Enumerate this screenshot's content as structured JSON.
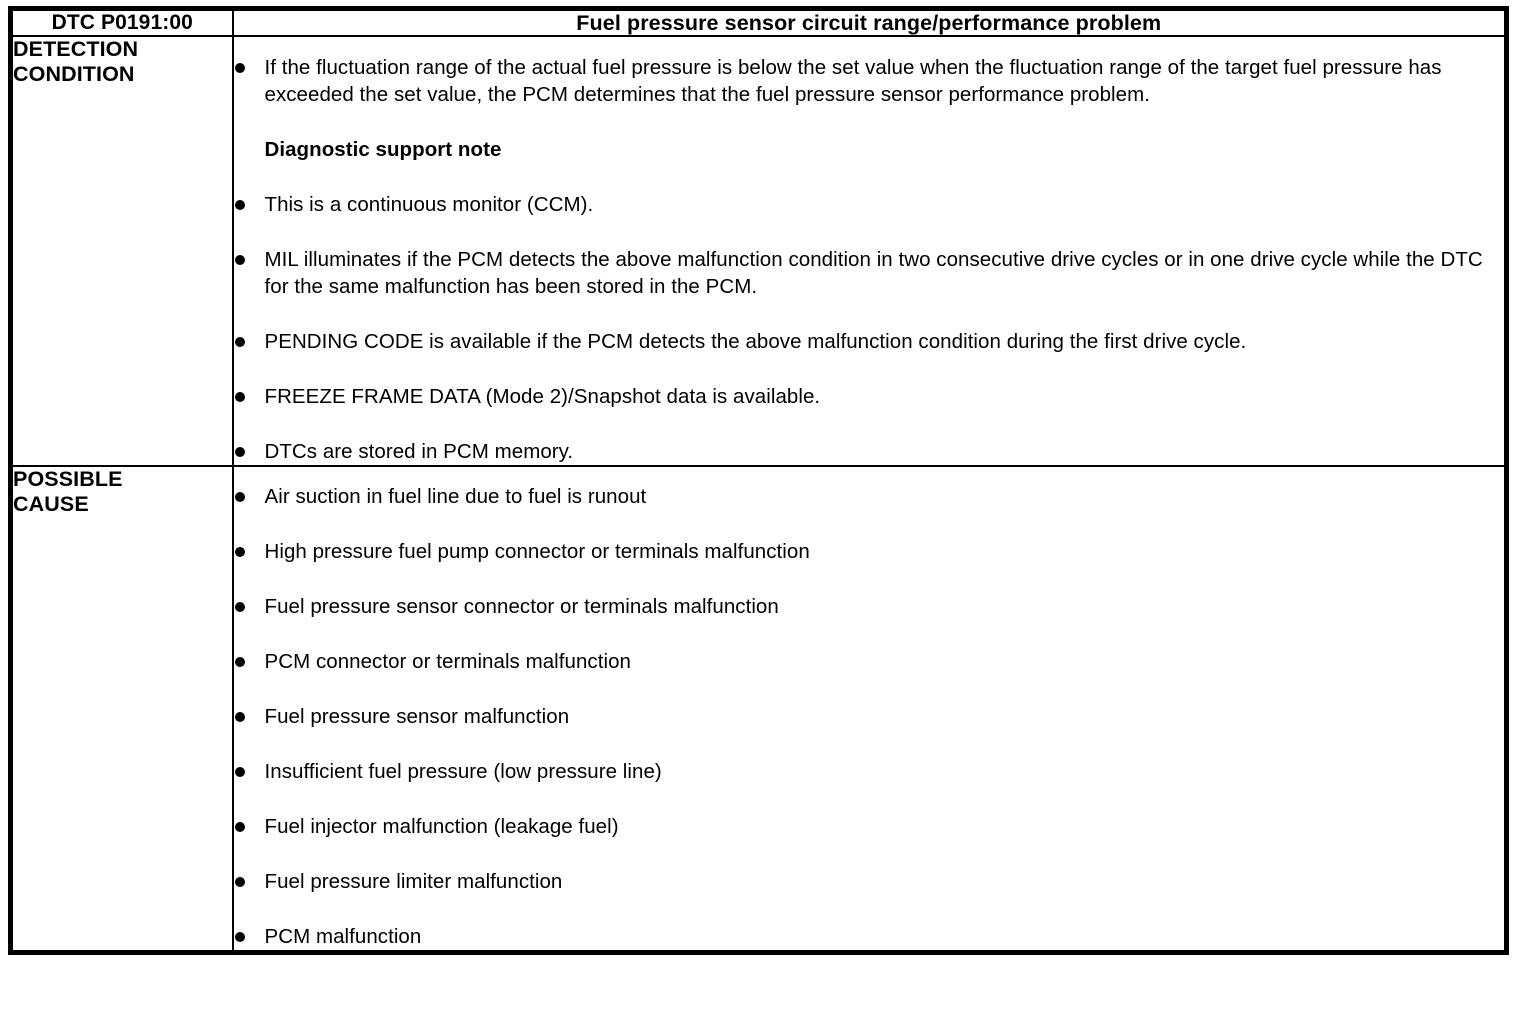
{
  "table": {
    "header": {
      "dtc_code": "DTC P0191:00",
      "dtc_title": "Fuel pressure sensor circuit range/performance problem"
    },
    "rows": [
      {
        "label": "DETECTION\nCONDITION",
        "label_line1": "DETECTION",
        "label_line2": "CONDITION",
        "note_heading": "Diagnostic support note",
        "items_before_note": [
          "If the fluctuation range of the actual fuel pressure is below the set value when the fluctuation range of the target fuel pressure has exceeded the set value, the PCM determines that the fuel pressure sensor performance problem."
        ],
        "items_after_note": [
          "This is a continuous monitor (CCM).",
          "MIL illuminates if the PCM detects the above malfunction condition in two consecutive drive cycles or in one drive cycle while the DTC for the same malfunction has been stored in the PCM.",
          "PENDING CODE is available if the PCM detects the above malfunction condition during the first drive cycle.",
          "FREEZE FRAME DATA (Mode 2)/Snapshot data is available.",
          "DTCs are stored in PCM memory."
        ]
      },
      {
        "label": "POSSIBLE\nCAUSE",
        "label_line1": "POSSIBLE",
        "label_line2": "CAUSE",
        "items": [
          "Air suction in fuel line due to fuel is runout",
          "High pressure fuel pump connector or terminals malfunction",
          "Fuel pressure sensor connector or terminals malfunction",
          "PCM connector or terminals malfunction",
          "Fuel pressure sensor malfunction",
          "Insufficient fuel pressure (low pressure line)",
          "Fuel injector malfunction (leakage fuel)",
          "Fuel pressure limiter malfunction",
          "PCM malfunction"
        ]
      }
    ]
  },
  "colors": {
    "border": "#000000",
    "text": "#000000",
    "background": "#ffffff"
  }
}
